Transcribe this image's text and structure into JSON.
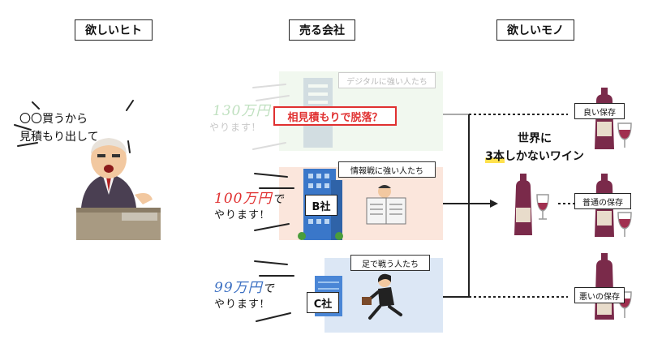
{
  "headers": {
    "wants_person": "欲しいヒト",
    "sellers": "売る会社",
    "wants_thing": "欲しいモノ"
  },
  "client_quote": {
    "line1": "〇〇買うから",
    "line2": "見積もり出して"
  },
  "company_a": {
    "price": "130万円",
    "sub": "やります!",
    "strength": "デジタルに強い人たち",
    "alert": "相見積もりで脱落？"
  },
  "company_b": {
    "price": "100万円",
    "suffix": "で",
    "sub": "やります!",
    "name": "B社",
    "strength": "情報戦に強い人たち"
  },
  "company_c": {
    "price": "99万円",
    "suffix": "で",
    "sub": "やります!",
    "name": "C社",
    "strength": "足で戦う人たち"
  },
  "product": {
    "line1": "世界に",
    "highlight": "3本",
    "line2_rest": "しかないワイン"
  },
  "storage": {
    "good": "良い保存",
    "normal": "普通の保存",
    "bad": "悪いの保存"
  },
  "colors": {
    "alert_red": "#e03030",
    "price_red": "#e03030",
    "price_blue": "#3b6fc2",
    "highlight_yellow": "#ffe14d",
    "wine": "#7a2a4a"
  }
}
